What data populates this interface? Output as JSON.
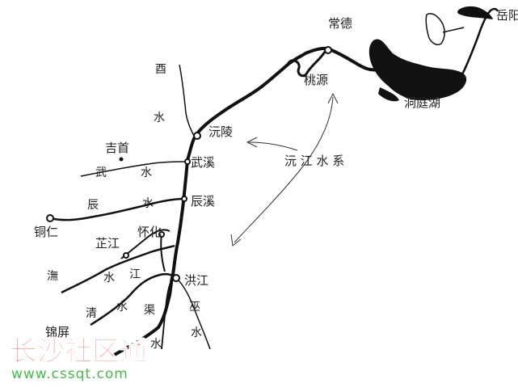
{
  "places": {
    "yueyang": "岳阳",
    "changde": "常德",
    "taoyuan": "桃源",
    "dongtinghu": "洞庭湖",
    "yuanling": "沅陵",
    "jishou": "吉首",
    "wuxi": "武溪",
    "chenxi": "辰溪",
    "tongren": "铜仁",
    "zhijiang": "芷江",
    "huaihua": "怀化",
    "hongjiang": "洪江",
    "jinping": "锦屏"
  },
  "rivers": {
    "youshui_1": "酉",
    "youshui_2": "水",
    "wushui_1": "武",
    "wushui_2": "水",
    "chenshui_1": "辰",
    "chenshui_2": "水",
    "wushui_river_1": "潕",
    "wushui_river_2": "水",
    "wushui_river_3": "江",
    "qingshui_1": "清",
    "qingshui_2": "水",
    "qushui_1": "渠",
    "qushui_2": "水",
    "wu_1": "巫",
    "wu_2": "水"
  },
  "system_label": "沅 江 水 系",
  "watermark": {
    "text": "长沙社区通",
    "url": "www.cssqt.com"
  }
}
